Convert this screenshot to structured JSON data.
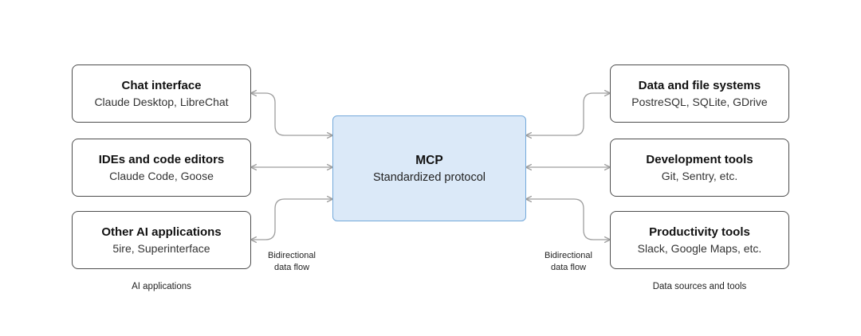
{
  "diagram": {
    "left_group": {
      "caption": "AI applications",
      "flow_label": "Bidirectional data flow",
      "boxes": [
        {
          "title": "Chat interface",
          "subtitle": "Claude Desktop, LibreChat"
        },
        {
          "title": "IDEs and code editors",
          "subtitle": "Claude Code, Goose"
        },
        {
          "title": "Other AI applications",
          "subtitle": "5ire, Superinterface"
        }
      ]
    },
    "center": {
      "title": "MCP",
      "subtitle": "Standardized protocol",
      "fill_color": "#dbe9f8",
      "border_color": "#74a9da"
    },
    "right_group": {
      "caption": "Data sources and tools",
      "flow_label": "Bidirectional data flow",
      "boxes": [
        {
          "title": "Data and file systems",
          "subtitle": "PostreSQL, SQLite, GDrive"
        },
        {
          "title": "Development tools",
          "subtitle": "Git, Sentry, etc."
        },
        {
          "title": "Productivity tools",
          "subtitle": "Slack, Google Maps, etc."
        }
      ]
    },
    "connector_color": "#9e9e9e"
  }
}
